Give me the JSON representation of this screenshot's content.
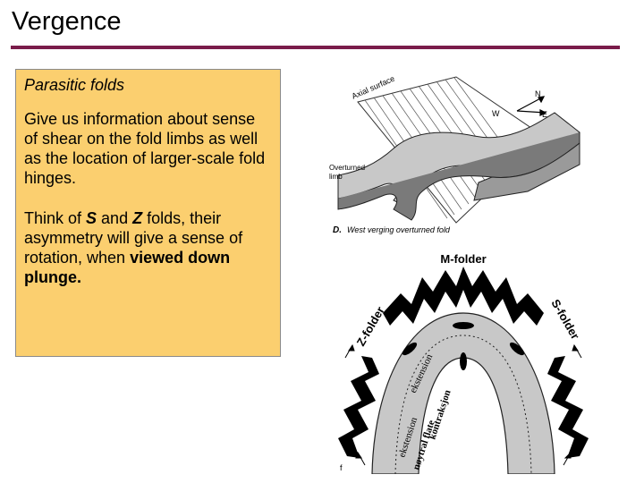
{
  "slide": {
    "title": "Vergence"
  },
  "text_box": {
    "heading": "Parasitic folds",
    "para1": "Give us information about sense of shear on the fold limbs as well as the location of larger-scale fold hinges.",
    "para2_a": "Think of ",
    "para2_s": "S",
    "para2_b": " and ",
    "para2_z": "Z",
    "para2_c": " folds, their asymmetry will give a sense of rotation, when ",
    "para2_bold": "viewed down plunge."
  },
  "figure_top": {
    "axial_surface_label": "Axial surface",
    "north": "N",
    "west": "W",
    "east": "E",
    "overturned_limb_label_1": "Overturned",
    "overturned_limb_label_2": "limb",
    "caption_letter": "D.",
    "caption_text": "West verging overturned fold"
  },
  "figure_bottom": {
    "m_folder": "M-folder",
    "z_folder": "Z-folder",
    "s_folder": "S-folder",
    "ekstension": "ekstension",
    "kontraksjon": "kontraksjon",
    "ekstension_inner": "ekstension",
    "noytral_flate": "nøytral flate",
    "fragment": "f"
  },
  "colors": {
    "title_rule": "#7a1c4a",
    "text_box_bg": "#fbcf6f",
    "fold_gray": "#c8c8c8"
  }
}
